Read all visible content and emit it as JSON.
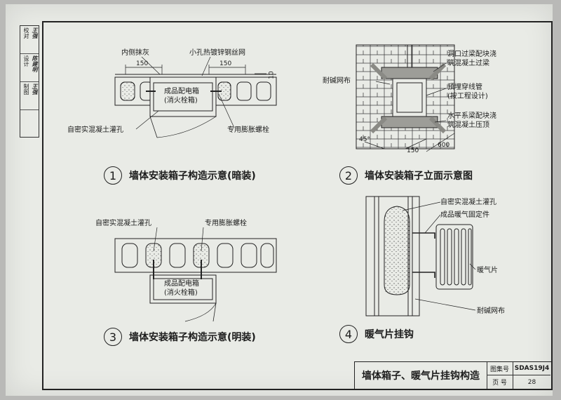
{
  "sign_strip": [
    {
      "role": "校对",
      "name": "王强"
    },
    {
      "role": "设计",
      "name": "陈建明"
    },
    {
      "role": "制图",
      "name": "王强"
    }
  ],
  "details": [
    {
      "number": "1",
      "title": "墙体安装箱子构造示意(暗装)",
      "labels": {
        "inner_plaster": "内侧抹灰",
        "wire_mesh": "小孔热镀锌钢丝网",
        "box": "成品配电箱",
        "box_sub": "(消火栓箱)",
        "grout": "自密实混凝土灌孔",
        "bolt": "专用膨胀螺栓"
      },
      "dims": {
        "left": "150",
        "right": "150",
        "thickness": "10"
      }
    },
    {
      "number": "2",
      "title": "墙体安装箱子立面示意图",
      "labels": {
        "lintel": "洞口过梁配块浇",
        "lintel2": "筑混凝土过梁",
        "mesh": "耐碱网布",
        "conduit": "预埋穿线管",
        "conduit2": "(按工程设计)",
        "cap": "水平系梁配块浇",
        "cap2": "筑混凝土压顶"
      },
      "dims": {
        "angle": "45°",
        "a": "150",
        "b": "600"
      }
    },
    {
      "number": "3",
      "title": "墙体安装箱子构造示意(明装)",
      "labels": {
        "grout": "自密实混凝土灌孔",
        "bolt": "专用膨胀螺栓",
        "box": "成品配电箱",
        "box_sub": "(消火栓箱)"
      }
    },
    {
      "number": "4",
      "title": "暖气片挂钩",
      "labels": {
        "grout": "自密实混凝土灌孔",
        "bracket": "成品暖气固定件",
        "radiator": "暖气片",
        "mesh": "耐碱网布"
      }
    }
  ],
  "title_block": {
    "title": "墙体箱子、暖气片挂钩构造",
    "atlas_label": "图集号",
    "atlas_value": "SDAS19J4",
    "page_label": "页 号",
    "page_value": "28"
  }
}
